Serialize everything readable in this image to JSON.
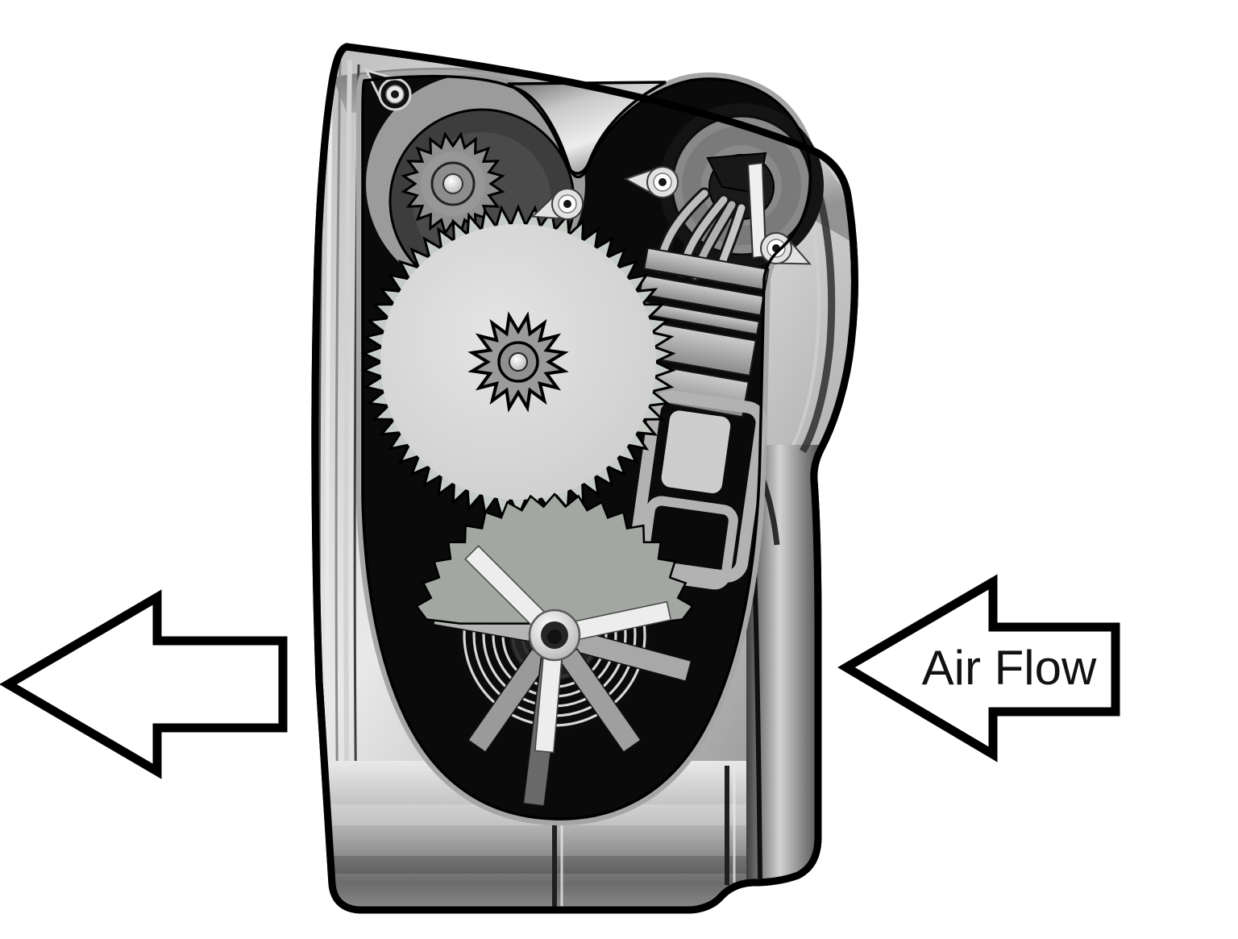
{
  "figure": {
    "kind": "cutaway-diagram",
    "subject": "air-flow-meter-mechanism",
    "airflow_direction": "right-to-left",
    "components": [
      "housing",
      "mounting-base",
      "air-inlet-tube",
      "main-gear",
      "center-pinion-gear",
      "idler-gear",
      "gear-plate",
      "sector-gear",
      "spiral-return-spring",
      "damper-vanes",
      "potentiometer-ring",
      "wiper-contacts",
      "resistor-stack",
      "screw-bosses"
    ]
  },
  "labels": {
    "airflow": "Air Flow"
  },
  "arrows": {
    "left": {
      "label": "",
      "direction": "left"
    },
    "right": {
      "label": "Air Flow",
      "direction": "left"
    }
  },
  "colors": {
    "bg": "#ffffff",
    "outline": "#000000",
    "cavity": "#0a0a0a",
    "metal_bright": "#f2f2f2",
    "metal_light": "#d6d6d6",
    "metal_mid": "#9b9b9b",
    "metal_dark": "#5d5d5d",
    "metal_deep": "#2f2f2f",
    "gear_face": "#dadada",
    "gear_teeth": "#c5cbc6",
    "gear_small": "#8f8f8f",
    "plate": "#3d3d3d",
    "coil": "#d8d8d8",
    "rim": "#a6a6a6",
    "arrow_fill": "#ffffff",
    "text": "#111111"
  }
}
